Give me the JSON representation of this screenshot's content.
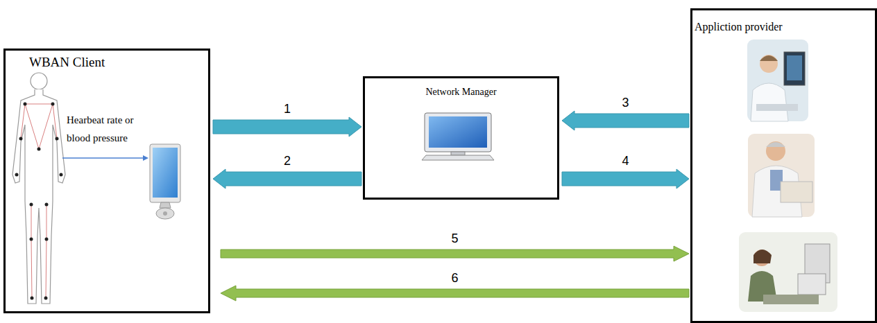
{
  "diagram": {
    "nodes": [
      {
        "text": [
          "WBAN Client"
        ]
      },
      {
        "text": [
          "Network Manager"
        ]
      },
      {
        "text": [
          "Appliction provider"
        ]
      }
    ],
    "edges": [
      {
        "from": 0,
        "to": 1,
        "label": "1",
        "arrow": "to"
      },
      {
        "from": 1,
        "to": 0,
        "label": "2",
        "arrow": "to"
      },
      {
        "from": 2,
        "to": 1,
        "label": "3",
        "arrow": "to"
      },
      {
        "from": 1,
        "to": 2,
        "label": "4",
        "arrow": "to"
      },
      {
        "from": 0,
        "to": 2,
        "label": "5",
        "arrow": "to"
      },
      {
        "from": 2,
        "to": 0,
        "label": "6",
        "arrow": "to"
      }
    ],
    "labels": [
      "Hearbeat rate or blood pressure"
    ]
  }
}
